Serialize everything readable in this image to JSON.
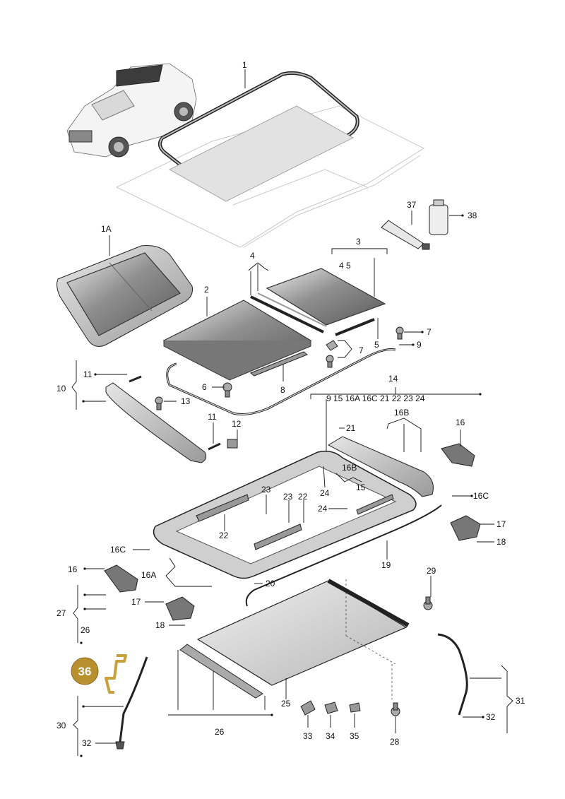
{
  "title": "",
  "highlight": {
    "label": "36",
    "color": "#b8902f"
  },
  "callouts": [
    {
      "id": "c1",
      "text": "1"
    },
    {
      "id": "c1a",
      "text": "1A"
    },
    {
      "id": "c2",
      "text": "2"
    },
    {
      "id": "c3",
      "text": "3"
    },
    {
      "id": "c3sub",
      "text": "4  5"
    },
    {
      "id": "c4",
      "text": "4"
    },
    {
      "id": "c5",
      "text": "5"
    },
    {
      "id": "c6",
      "text": "6"
    },
    {
      "id": "c7a",
      "text": "7"
    },
    {
      "id": "c7b",
      "text": "7"
    },
    {
      "id": "c8",
      "text": "8"
    },
    {
      "id": "c9",
      "text": "9"
    },
    {
      "id": "c10",
      "text": "10"
    },
    {
      "id": "c11a",
      "text": "11"
    },
    {
      "id": "c11b",
      "text": "11"
    },
    {
      "id": "c12",
      "text": "12"
    },
    {
      "id": "c13",
      "text": "13"
    },
    {
      "id": "c14",
      "text": "14"
    },
    {
      "id": "c14sub",
      "text": "9  15  16A  16C     21   22   23   24"
    },
    {
      "id": "c15",
      "text": "15"
    },
    {
      "id": "c16a",
      "text": "16"
    },
    {
      "id": "c16b",
      "text": "16"
    },
    {
      "id": "c16A",
      "text": "16A"
    },
    {
      "id": "c16B1",
      "text": "16B"
    },
    {
      "id": "c16B2",
      "text": "16B"
    },
    {
      "id": "c16C1",
      "text": "16C"
    },
    {
      "id": "c16C2",
      "text": "16C"
    },
    {
      "id": "c17a",
      "text": "17"
    },
    {
      "id": "c17b",
      "text": "17"
    },
    {
      "id": "c18a",
      "text": "18"
    },
    {
      "id": "c18b",
      "text": "18"
    },
    {
      "id": "c19",
      "text": "19"
    },
    {
      "id": "c20",
      "text": "20"
    },
    {
      "id": "c21",
      "text": "21"
    },
    {
      "id": "c22a",
      "text": "22"
    },
    {
      "id": "c22b",
      "text": "22"
    },
    {
      "id": "c23a",
      "text": "23"
    },
    {
      "id": "c23b",
      "text": "23"
    },
    {
      "id": "c24a",
      "text": "24"
    },
    {
      "id": "c24b",
      "text": "24"
    },
    {
      "id": "c25",
      "text": "25"
    },
    {
      "id": "c26a",
      "text": "26"
    },
    {
      "id": "c26b",
      "text": "26"
    },
    {
      "id": "c27",
      "text": "27"
    },
    {
      "id": "c28",
      "text": "28"
    },
    {
      "id": "c29",
      "text": "29"
    },
    {
      "id": "c30",
      "text": "30"
    },
    {
      "id": "c31",
      "text": "31"
    },
    {
      "id": "c32a",
      "text": "32"
    },
    {
      "id": "c32b",
      "text": "32"
    },
    {
      "id": "c33",
      "text": "33"
    },
    {
      "id": "c34",
      "text": "34"
    },
    {
      "id": "c35",
      "text": "35"
    },
    {
      "id": "c37",
      "text": "37"
    },
    {
      "id": "c38",
      "text": "38"
    }
  ]
}
